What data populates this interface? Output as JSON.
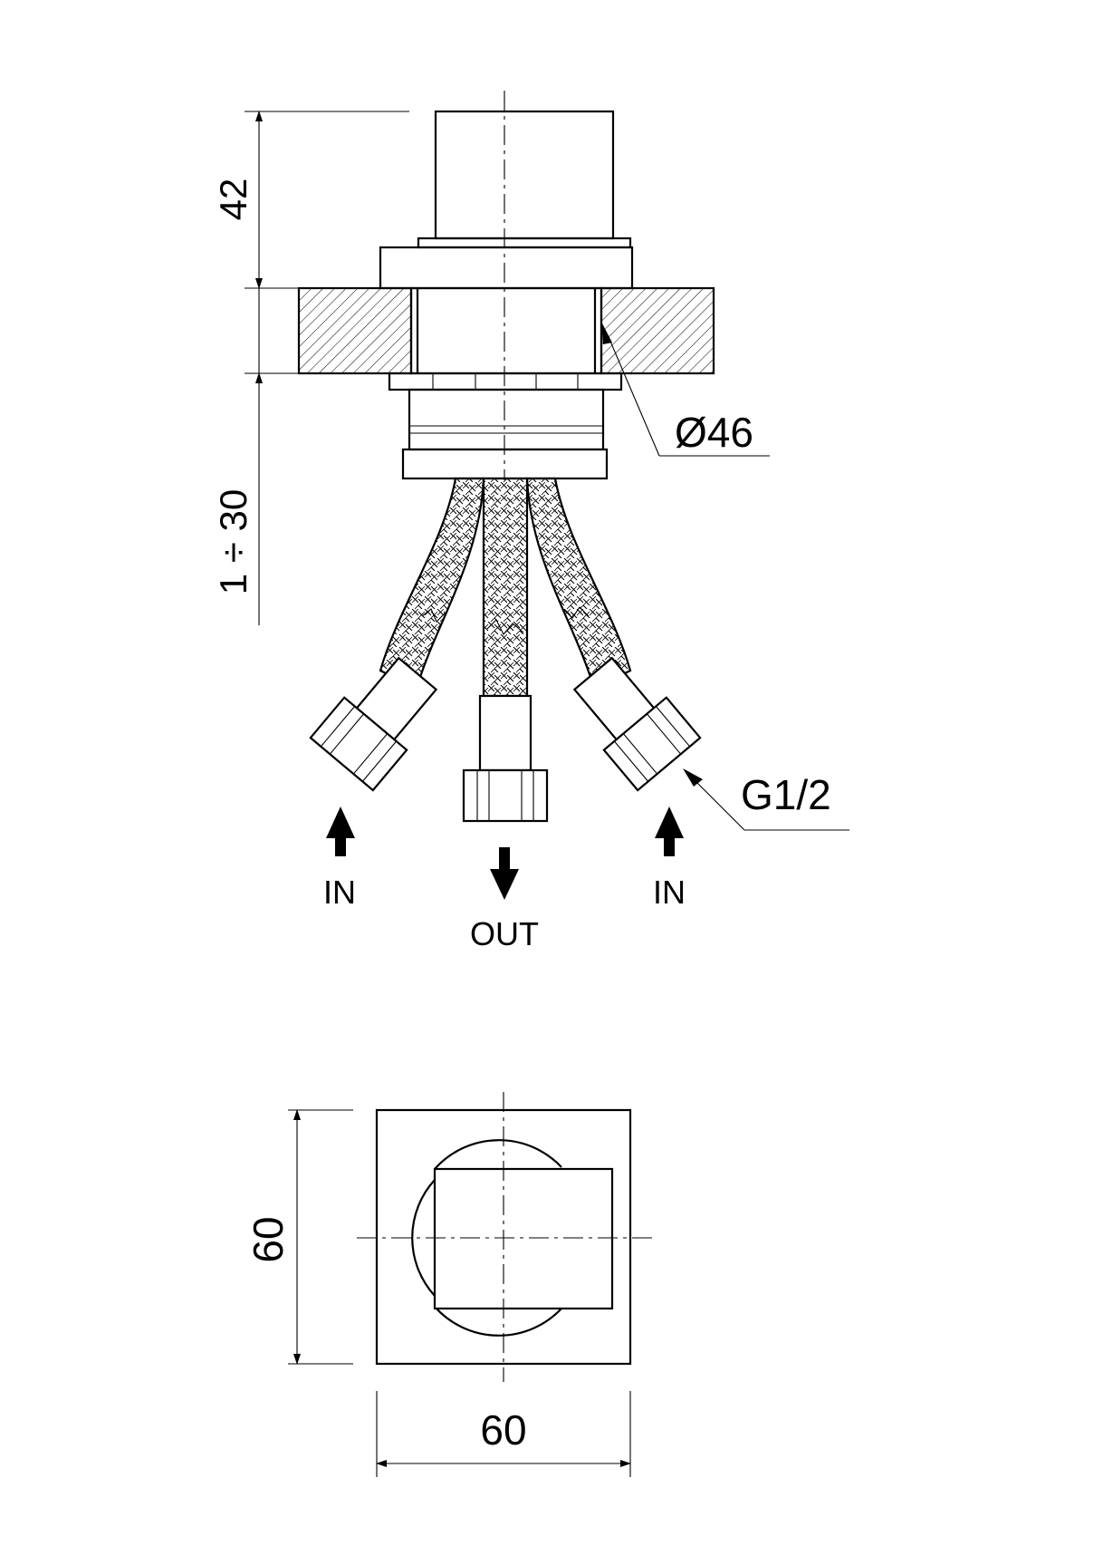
{
  "drawing": {
    "side_view": {
      "dim_top_height": "42",
      "dim_adjust_range": "1 ÷ 30",
      "dim_diameter": "Ø46",
      "thread_callout": "G1/2",
      "flow_labels": {
        "inlet_left": "IN",
        "outlet": "OUT",
        "inlet_right": "IN"
      }
    },
    "front_view": {
      "dim_height": "60",
      "dim_width": "60"
    }
  }
}
